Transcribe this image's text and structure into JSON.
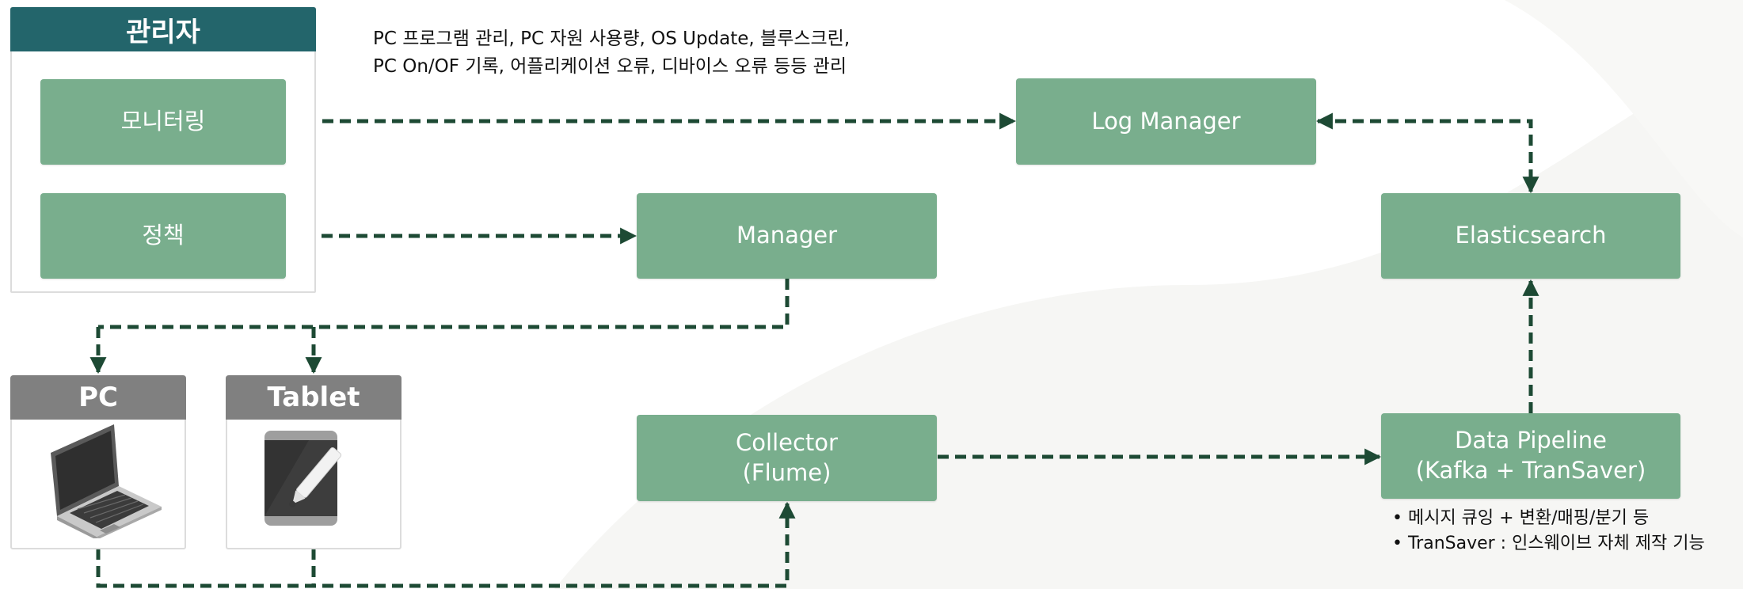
{
  "admin": {
    "title": "관리자",
    "monitoring": "모니터링",
    "policy": "정책"
  },
  "admin_note": {
    "line1": "PC 프로그램 관리, PC 자원 사용량, OS Update, 블루스크린,",
    "line2": "PC On/OF 기록, 어플리케이션 오류, 디바이스 오류 등등 관리"
  },
  "nodes": {
    "log_manager": "Log Manager",
    "manager": "Manager",
    "elasticsearch": "Elasticsearch",
    "collector_line1": "Collector",
    "collector_line2": "(Flume)",
    "pipeline_line1": "Data Pipeline",
    "pipeline_line2": "(Kafka + TranSaver)"
  },
  "devices": {
    "pc": "PC",
    "tablet": "Tablet"
  },
  "pipeline_notes": [
    "• 메시지 큐잉 + 변환/매핑/분기 등",
    "• TranSaver : 인스웨이브 자체 제작 기능"
  ],
  "colors": {
    "admin_header": "#23656b",
    "node_fill": "#79ae8d",
    "device_header": "#808080",
    "connector": "#1d4a34"
  }
}
